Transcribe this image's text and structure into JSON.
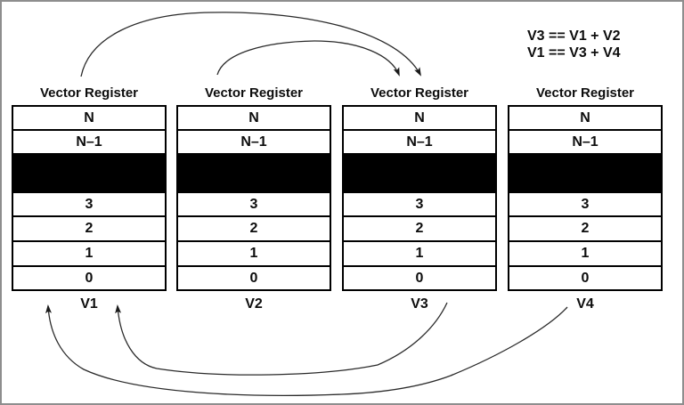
{
  "figure": {
    "description": "Vector register chaining diagram",
    "frame_color": "#8e8e8e",
    "line_color": "#2a2a2a",
    "filled_row_color": "#000000"
  },
  "equations": {
    "line1": "V3 == V1 + V2",
    "line2": "V1 == V3 + V4"
  },
  "registers": [
    {
      "title": "Vector Register",
      "label": "V1",
      "rows": [
        "N",
        "N–1",
        "",
        "3",
        "2",
        "1",
        "0"
      ]
    },
    {
      "title": "Vector Register",
      "label": "V2",
      "rows": [
        "N",
        "N–1",
        "",
        "3",
        "2",
        "1",
        "0"
      ]
    },
    {
      "title": "Vector Register",
      "label": "V3",
      "rows": [
        "N",
        "N–1",
        "",
        "3",
        "2",
        "1",
        "0"
      ]
    },
    {
      "title": "Vector Register",
      "label": "V4",
      "rows": [
        "N",
        "N–1",
        "",
        "3",
        "2",
        "1",
        "0"
      ]
    }
  ],
  "arrows": [
    {
      "from": "V1",
      "to": "V3",
      "position": "top"
    },
    {
      "from": "V2",
      "to": "V3",
      "position": "top"
    },
    {
      "from": "V3",
      "to": "V1",
      "position": "bottom"
    },
    {
      "from": "V4",
      "to": "V1",
      "position": "bottom"
    }
  ]
}
